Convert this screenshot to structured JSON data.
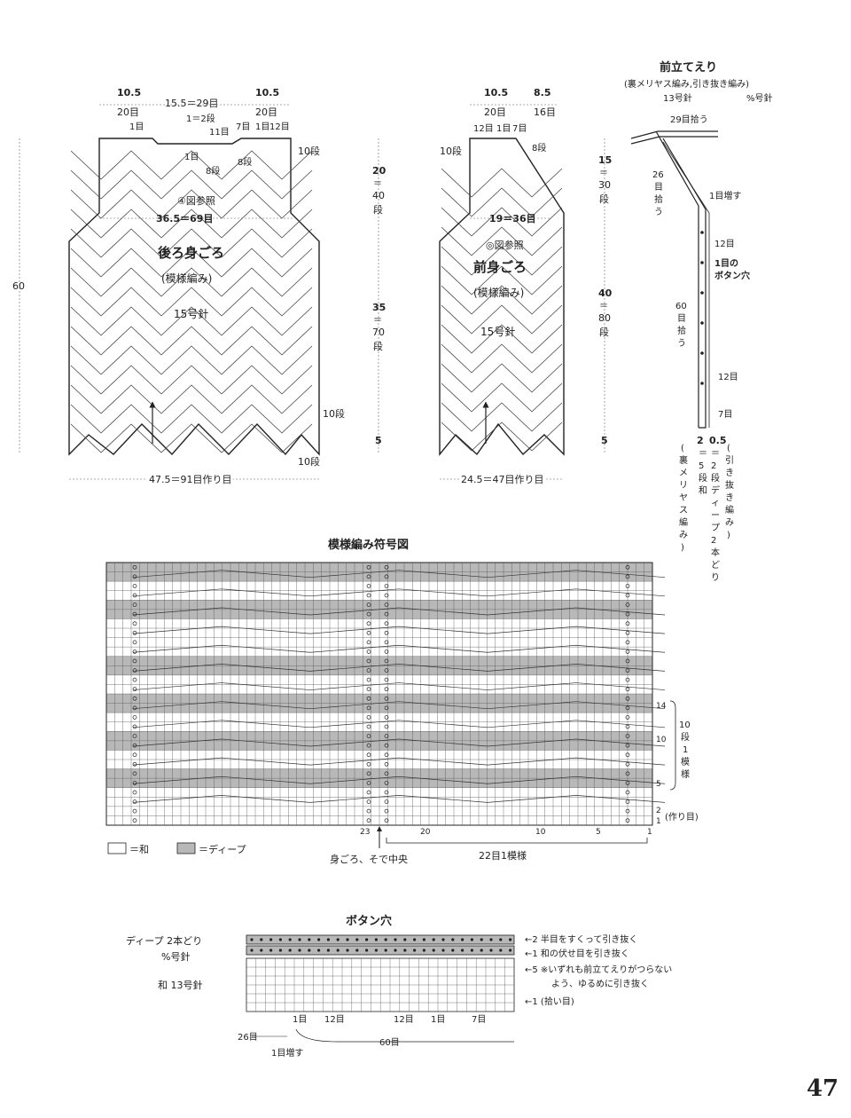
{
  "colors": {
    "ink": "#222222",
    "deep_shade": "#b8b8b8",
    "white": "#ffffff"
  },
  "back": {
    "title": "後ろ身ごろ",
    "pattern": "(模様編み)",
    "needle": "15号針",
    "top_left": [
      "10.5",
      "20目"
    ],
    "top_mid": "15.5＝29目",
    "top_right": [
      "10.5",
      "20目"
    ],
    "neck": [
      "1＝2段",
      "11目",
      "7目",
      "1目",
      "12目",
      "1目",
      "8段",
      "8段",
      "1目"
    ],
    "rows10_top": "10段",
    "ref": "④図参照",
    "chest": "36.5＝69目",
    "height_total": "60",
    "h_upper": [
      "20",
      "＝",
      "40",
      "段"
    ],
    "h_lower": [
      "35",
      "＝",
      "70",
      "段"
    ],
    "h_bottom": "5",
    "rows10_a": "10段",
    "rows10_b": "10段",
    "hem": "47.5＝91目作り目"
  },
  "front": {
    "title": "前身ごろ",
    "pattern": "(模様編み)",
    "needle": "15号針",
    "top_left": [
      "10.5",
      "20目"
    ],
    "top_right": [
      "8.5",
      "16目"
    ],
    "neck": [
      "12目",
      "1目",
      "7目",
      "8段"
    ],
    "rows10": "10段",
    "width": "19＝36目",
    "ref": "◎図参照",
    "h_upper": [
      "15",
      "＝",
      "30",
      "段"
    ],
    "h_lower": [
      "40",
      "＝",
      "80",
      "段"
    ],
    "h_bottom": "5",
    "hem": "24.5＝47目作り目"
  },
  "collar": {
    "title": "前立てえり",
    "sub1": "(裏メリヤス編み,引き抜き編み)",
    "sub2": "13号針",
    "sub3": "%号針",
    "pick29": "29目拾う",
    "pick26": [
      "26",
      "目",
      "拾",
      "う"
    ],
    "inc": "1目増す",
    "r12a": "12目",
    "hole": [
      "1目の",
      "ボタン穴"
    ],
    "pick60": [
      "60",
      "目",
      "拾",
      "う"
    ],
    "r12b": "12目",
    "r7": "7目",
    "dims": [
      "2",
      "0.5"
    ],
    "v1": [
      "＝",
      "5",
      "段",
      "和"
    ],
    "v2": [
      "＝",
      "2",
      "段",
      "デ",
      "ィ",
      "ー",
      "プ",
      "2",
      "本",
      "ど",
      "り"
    ],
    "p1": [
      "(",
      "裏",
      "メ",
      "リ",
      "ヤ",
      "ス",
      "編",
      "み",
      ")"
    ],
    "p2": [
      "(",
      "引",
      "き",
      "抜",
      "き",
      "編",
      "み",
      ")"
    ]
  },
  "chart": {
    "title": "模様編み符号図",
    "col_nums": [
      "23",
      "20",
      "10",
      "5",
      "1"
    ],
    "row_nums": [
      "14",
      "10",
      "5",
      "2",
      "1"
    ],
    "row_note": "(作り目)",
    "repeat_rows": [
      "10",
      "段",
      "1",
      "模",
      "様"
    ],
    "center": "身ごろ、そで中央",
    "repeat": "22目1模様",
    "legend_white": "＝和",
    "legend_shade": "＝ディープ"
  },
  "buttonhole": {
    "title": "ボタン穴",
    "left1": "ディープ 2本どり",
    "left2": "%号針",
    "left3": "和 13号針",
    "note1": "←2 半目をすくって引き抜く",
    "note2": "←1 和の伏せ目を引き抜く",
    "note3": "←5 ※いずれも前立てえりがつらない",
    "note3b": "よう、ゆるめに引き抜く",
    "note4": "←1 (拾い目)",
    "bottom": [
      "1目",
      "12目",
      "12目",
      "1目",
      "7目"
    ],
    "b26": "26目",
    "b60": "60目",
    "inc": "1目増す"
  },
  "page_number": "47"
}
